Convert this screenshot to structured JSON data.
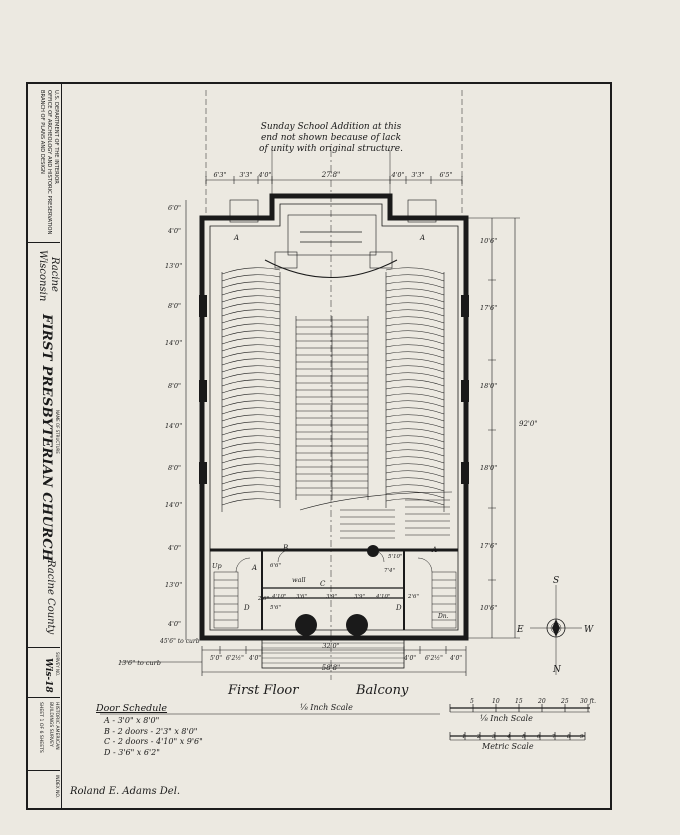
{
  "title_block": {
    "agency": "U.S. DEPARTMENT OF THE INTERIOR",
    "office": "OFFICE OF ARCHEOLOGY AND HISTORIC PRESERVATION",
    "division": "BRANCH OF PLANS AND DESIGN",
    "location_city": "Racine",
    "location_state": "Wisconsin",
    "structure_label": "NAME OF STRUCTURE",
    "structure_name": "FIRST PRESBYTERIAN CHURCH",
    "county": "Racine County",
    "survey_label": "SURVEY NO.",
    "survey_no": "Wis-18",
    "program": "HISTORIC AMERICAN BUILDINGS SURVEY",
    "sheet_info": "SHEET 1 OF 6 SHEETS",
    "index_label": "INDEX NO."
  },
  "plan": {
    "note_line1": "Sunday School Addition at this",
    "note_line2": "end not shown because of lack",
    "note_line3": "of unity with original structure.",
    "top_dims": [
      "6'3\"",
      "3'3\"",
      "4'0\"",
      "27'8\"",
      "4'0\"",
      "3'3\"",
      "6'5\""
    ],
    "left_dims": [
      "6'0\"",
      "4'0\"",
      "13'0\"",
      "8'0\"",
      "14'0\"",
      "8'0\"",
      "14'0\"",
      "8'0\"",
      "14'0\"",
      "4'0\"",
      "13'0\"",
      "4'0\""
    ],
    "right_dims": [
      "10'6\"",
      "17'6\"",
      "18'0\"",
      "18'0\"",
      "17'6\"",
      "10'6\""
    ],
    "total_length": "92'0\"",
    "bottom_dims": [
      "5'0\"",
      "6'2½\"",
      "4'0\"",
      "32'0\"",
      "4'0\"",
      "6'2½\"",
      "4'0\""
    ],
    "overall_width": "58'8\"",
    "curb_left": "13'6\" to curb",
    "curb_right": "45'6\" to curb",
    "door_tags": [
      "A",
      "A",
      "A",
      "A",
      "B",
      "C",
      "D",
      "D"
    ],
    "wall_label": "wall",
    "up_label": "Up",
    "dn_label": "Dn.",
    "small_dims": [
      "6'6\"",
      "5'10\"",
      "7'4\"",
      "4'10\"",
      "2'6\"",
      "3'6\"",
      "5'6\"",
      "3'9\"",
      "3'9\"",
      "4'10\"",
      "2'6\""
    ]
  },
  "captions": {
    "first_floor": "First Floor",
    "balcony": "Balcony",
    "plan_scale": "⅛ Inch Scale",
    "scale_inch": "⅛ Inch Scale",
    "scale_metric": "Metric Scale",
    "scale_ft_ticks": [
      "5",
      "10",
      "15",
      "20",
      "25",
      "30 ft."
    ],
    "scale_m_ticks": [
      "1",
      "2",
      "3",
      "4",
      "5",
      "6",
      "7",
      "8",
      "9"
    ]
  },
  "door_schedule": {
    "title": "Door Schedule",
    "items": [
      "A - 3'0\" x 8'0\"",
      "B - 2 doors - 2'3\" x 8'0\"",
      "C - 2 doors - 4'10\" x 9'6\"",
      "D - 3'6\" x 6'2\""
    ]
  },
  "compass": {
    "n": "N",
    "s": "S",
    "e": "E",
    "w": "W"
  },
  "signature": "Roland E. Adams  Del.",
  "colors": {
    "paper": "#ece9e1",
    "ink": "#1a1a1a"
  }
}
